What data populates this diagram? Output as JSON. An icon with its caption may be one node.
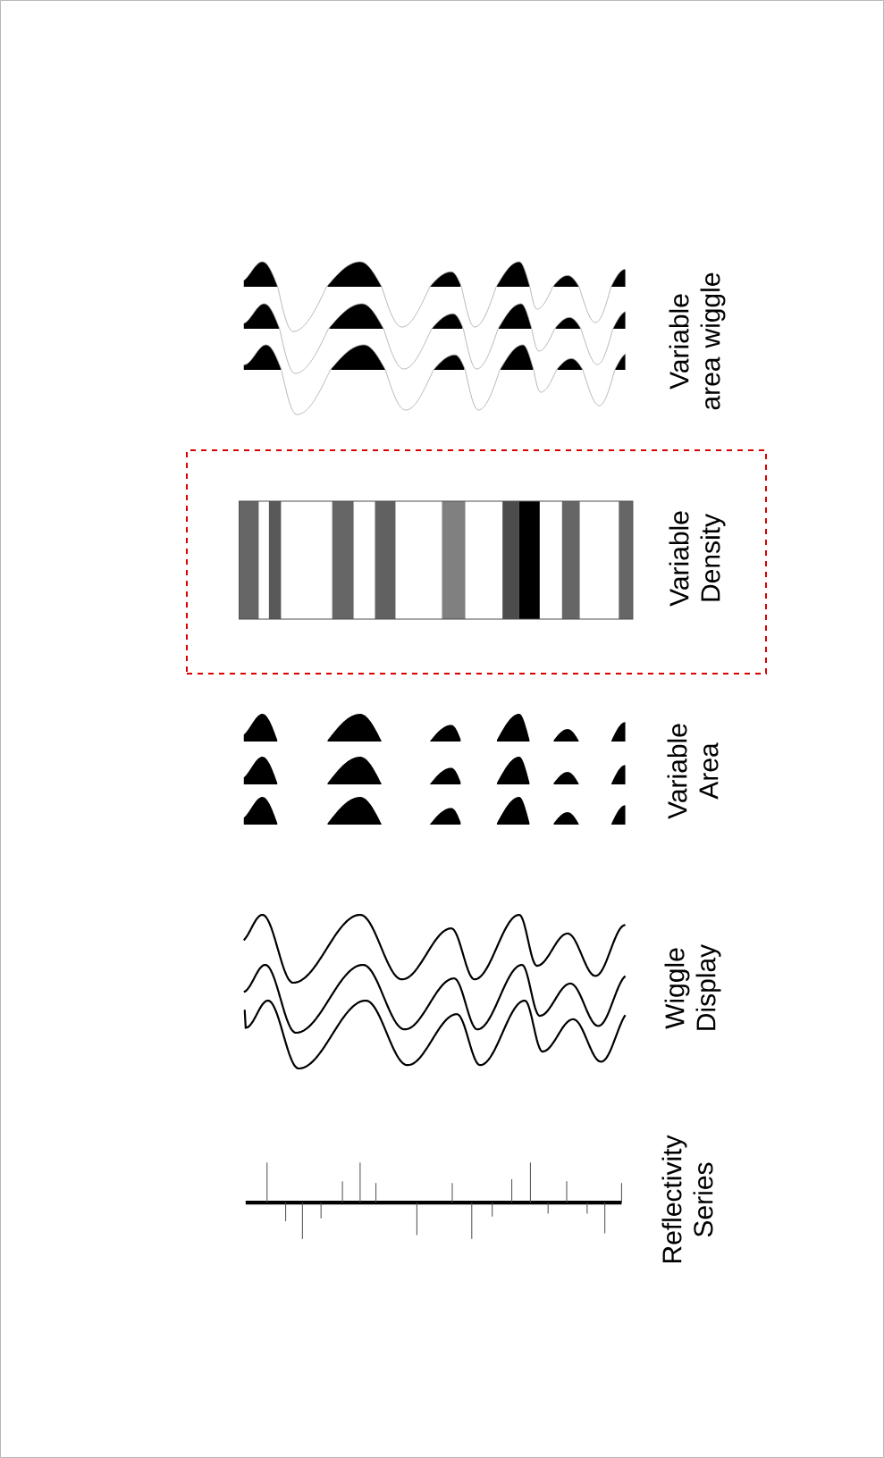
{
  "diagram": {
    "nodes": [
      {
        "text": [
          "Variable Density"
        ]
      }
    ],
    "labels": [
      "Reflectivity Series",
      "Wiggle Display",
      "Variable Area",
      "Variable area wiggle"
    ]
  }
}
